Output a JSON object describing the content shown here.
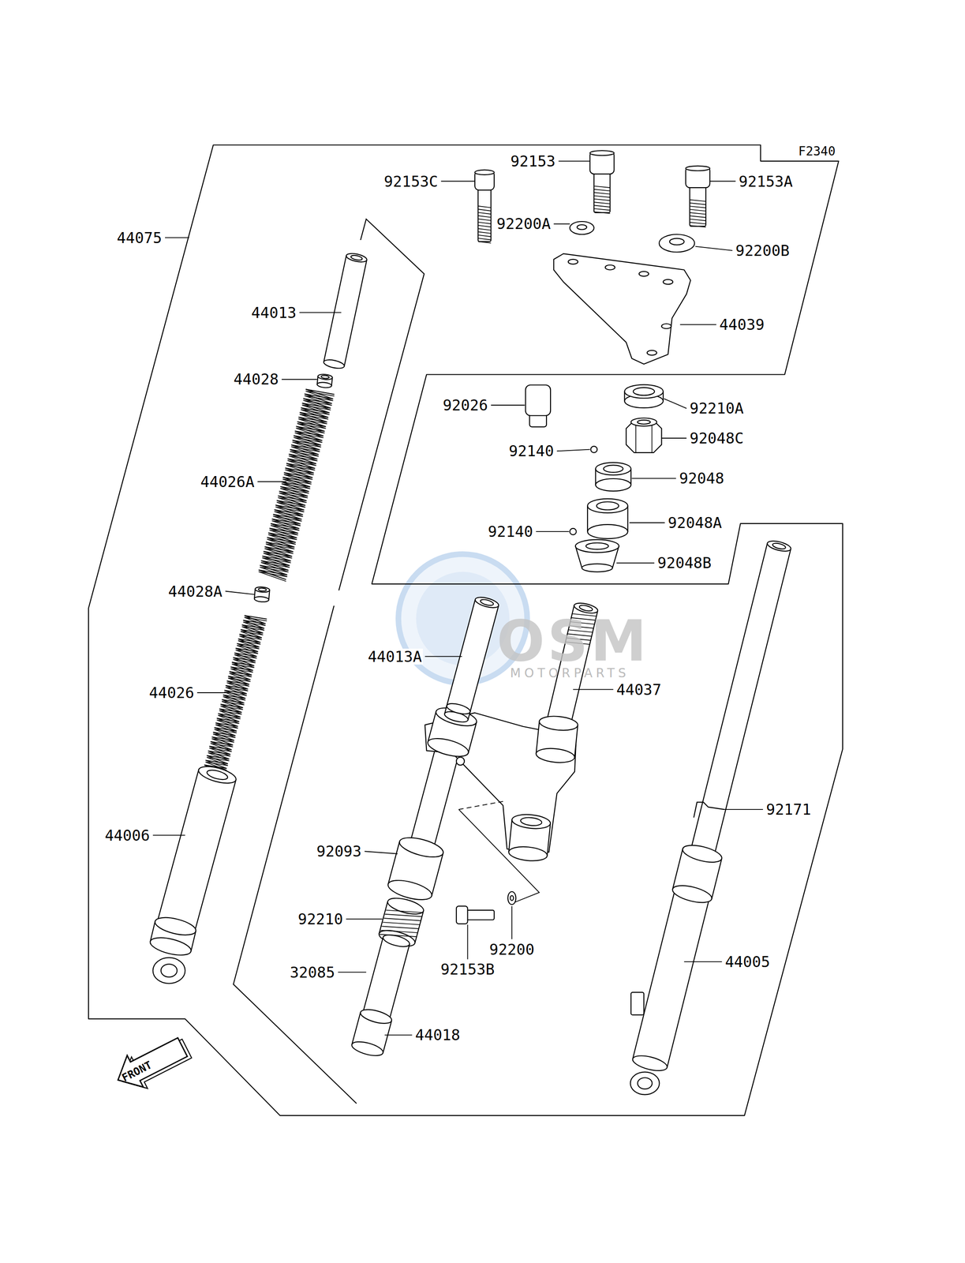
{
  "diagram": {
    "labels": [
      "F2340",
      "92153C",
      "92153",
      "92153A",
      "44075",
      "92200A",
      "92200B",
      "44013",
      "44039",
      "44028",
      "92026",
      "92210A",
      "92048C",
      "92140",
      "92048",
      "44026A",
      "92048A",
      "92140",
      "92048B",
      "44028A",
      "44013A",
      "44037",
      "44026",
      "92171",
      "44006",
      "92093",
      "92210",
      "92200",
      "44005",
      "92153B",
      "32085",
      "44018",
      "FRONT",
      "OSM",
      "MOTORPARTS"
    ]
  }
}
